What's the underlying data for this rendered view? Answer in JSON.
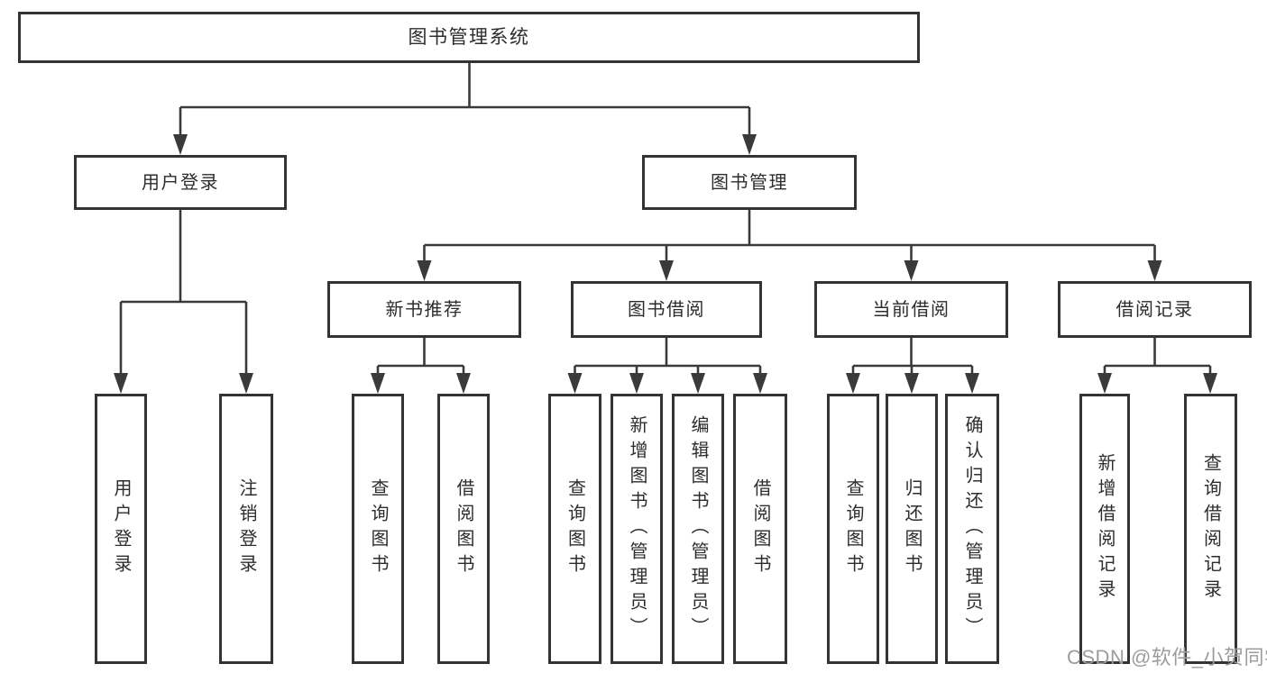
{
  "tree": {
    "label": "图书管理系统",
    "children": [
      {
        "label": "用户登录",
        "children": [
          {
            "label": "用户登录"
          },
          {
            "label": "注销登录"
          }
        ]
      },
      {
        "label": "图书管理",
        "children": [
          {
            "label": "新书推荐",
            "children": [
              {
                "label": "查询图书"
              },
              {
                "label": "借阅图书"
              }
            ]
          },
          {
            "label": "图书借阅",
            "children": [
              {
                "label": "查询图书"
              },
              {
                "label": "新增图书（管理员）"
              },
              {
                "label": "编辑图书（管理员）"
              },
              {
                "label": "借阅图书"
              }
            ]
          },
          {
            "label": "当前借阅",
            "children": [
              {
                "label": "查询图书"
              },
              {
                "label": "归还图书"
              },
              {
                "label": "确认归还（管理员）"
              }
            ]
          },
          {
            "label": "借阅记录",
            "children": [
              {
                "label": "新增借阅记录"
              },
              {
                "label": "查询借阅记录"
              }
            ]
          }
        ]
      }
    ]
  },
  "watermark": {
    "text": "CSDN @软件_小贺同学"
  },
  "colors": {
    "line": "#3a3a3a",
    "border": "#333333",
    "text": "#2d2d2d",
    "background": "#ffffff",
    "watermark": "#9c9c9c"
  }
}
